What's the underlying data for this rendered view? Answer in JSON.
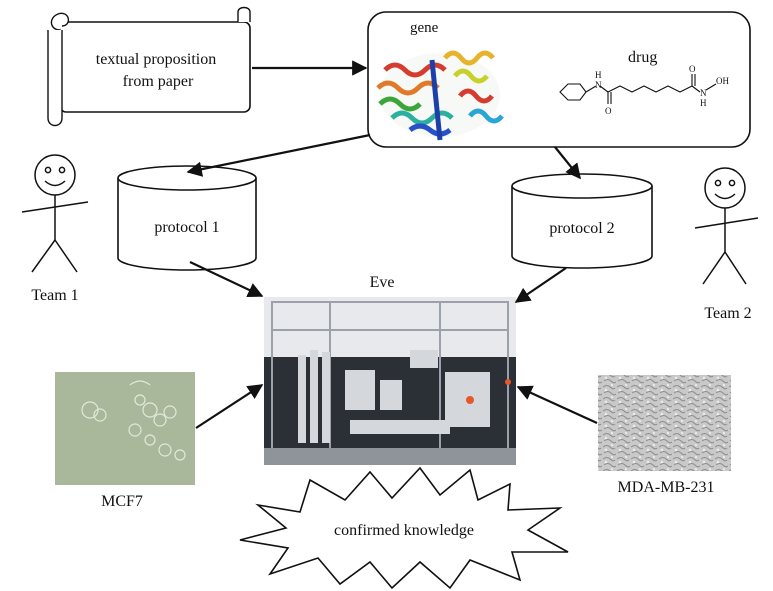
{
  "scroll": {
    "text": "textual proposition\nfrom paper"
  },
  "target_box": {
    "gene_label": "gene",
    "drug_label": "drug",
    "drug_atoms": {
      "n1": "N",
      "h1": "H",
      "o1": "O",
      "o2": "O",
      "n2": "N",
      "h2": "H",
      "oh": "OH"
    }
  },
  "protocols": [
    {
      "label": "protocol 1"
    },
    {
      "label": "protocol 2"
    }
  ],
  "teams": [
    {
      "label": "Team 1"
    },
    {
      "label": "Team 2"
    }
  ],
  "robot": {
    "label": "Eve"
  },
  "cell_lines": [
    {
      "label": "MCF7"
    },
    {
      "label": "MDA-MB-231"
    }
  ],
  "outcome": {
    "label": "confirmed knowledge"
  },
  "colors": {
    "stroke": "#111111",
    "cell_green": "#a9b89a",
    "cell_gray": "#c8c8c8",
    "lab_dark": "#2b2f36"
  }
}
